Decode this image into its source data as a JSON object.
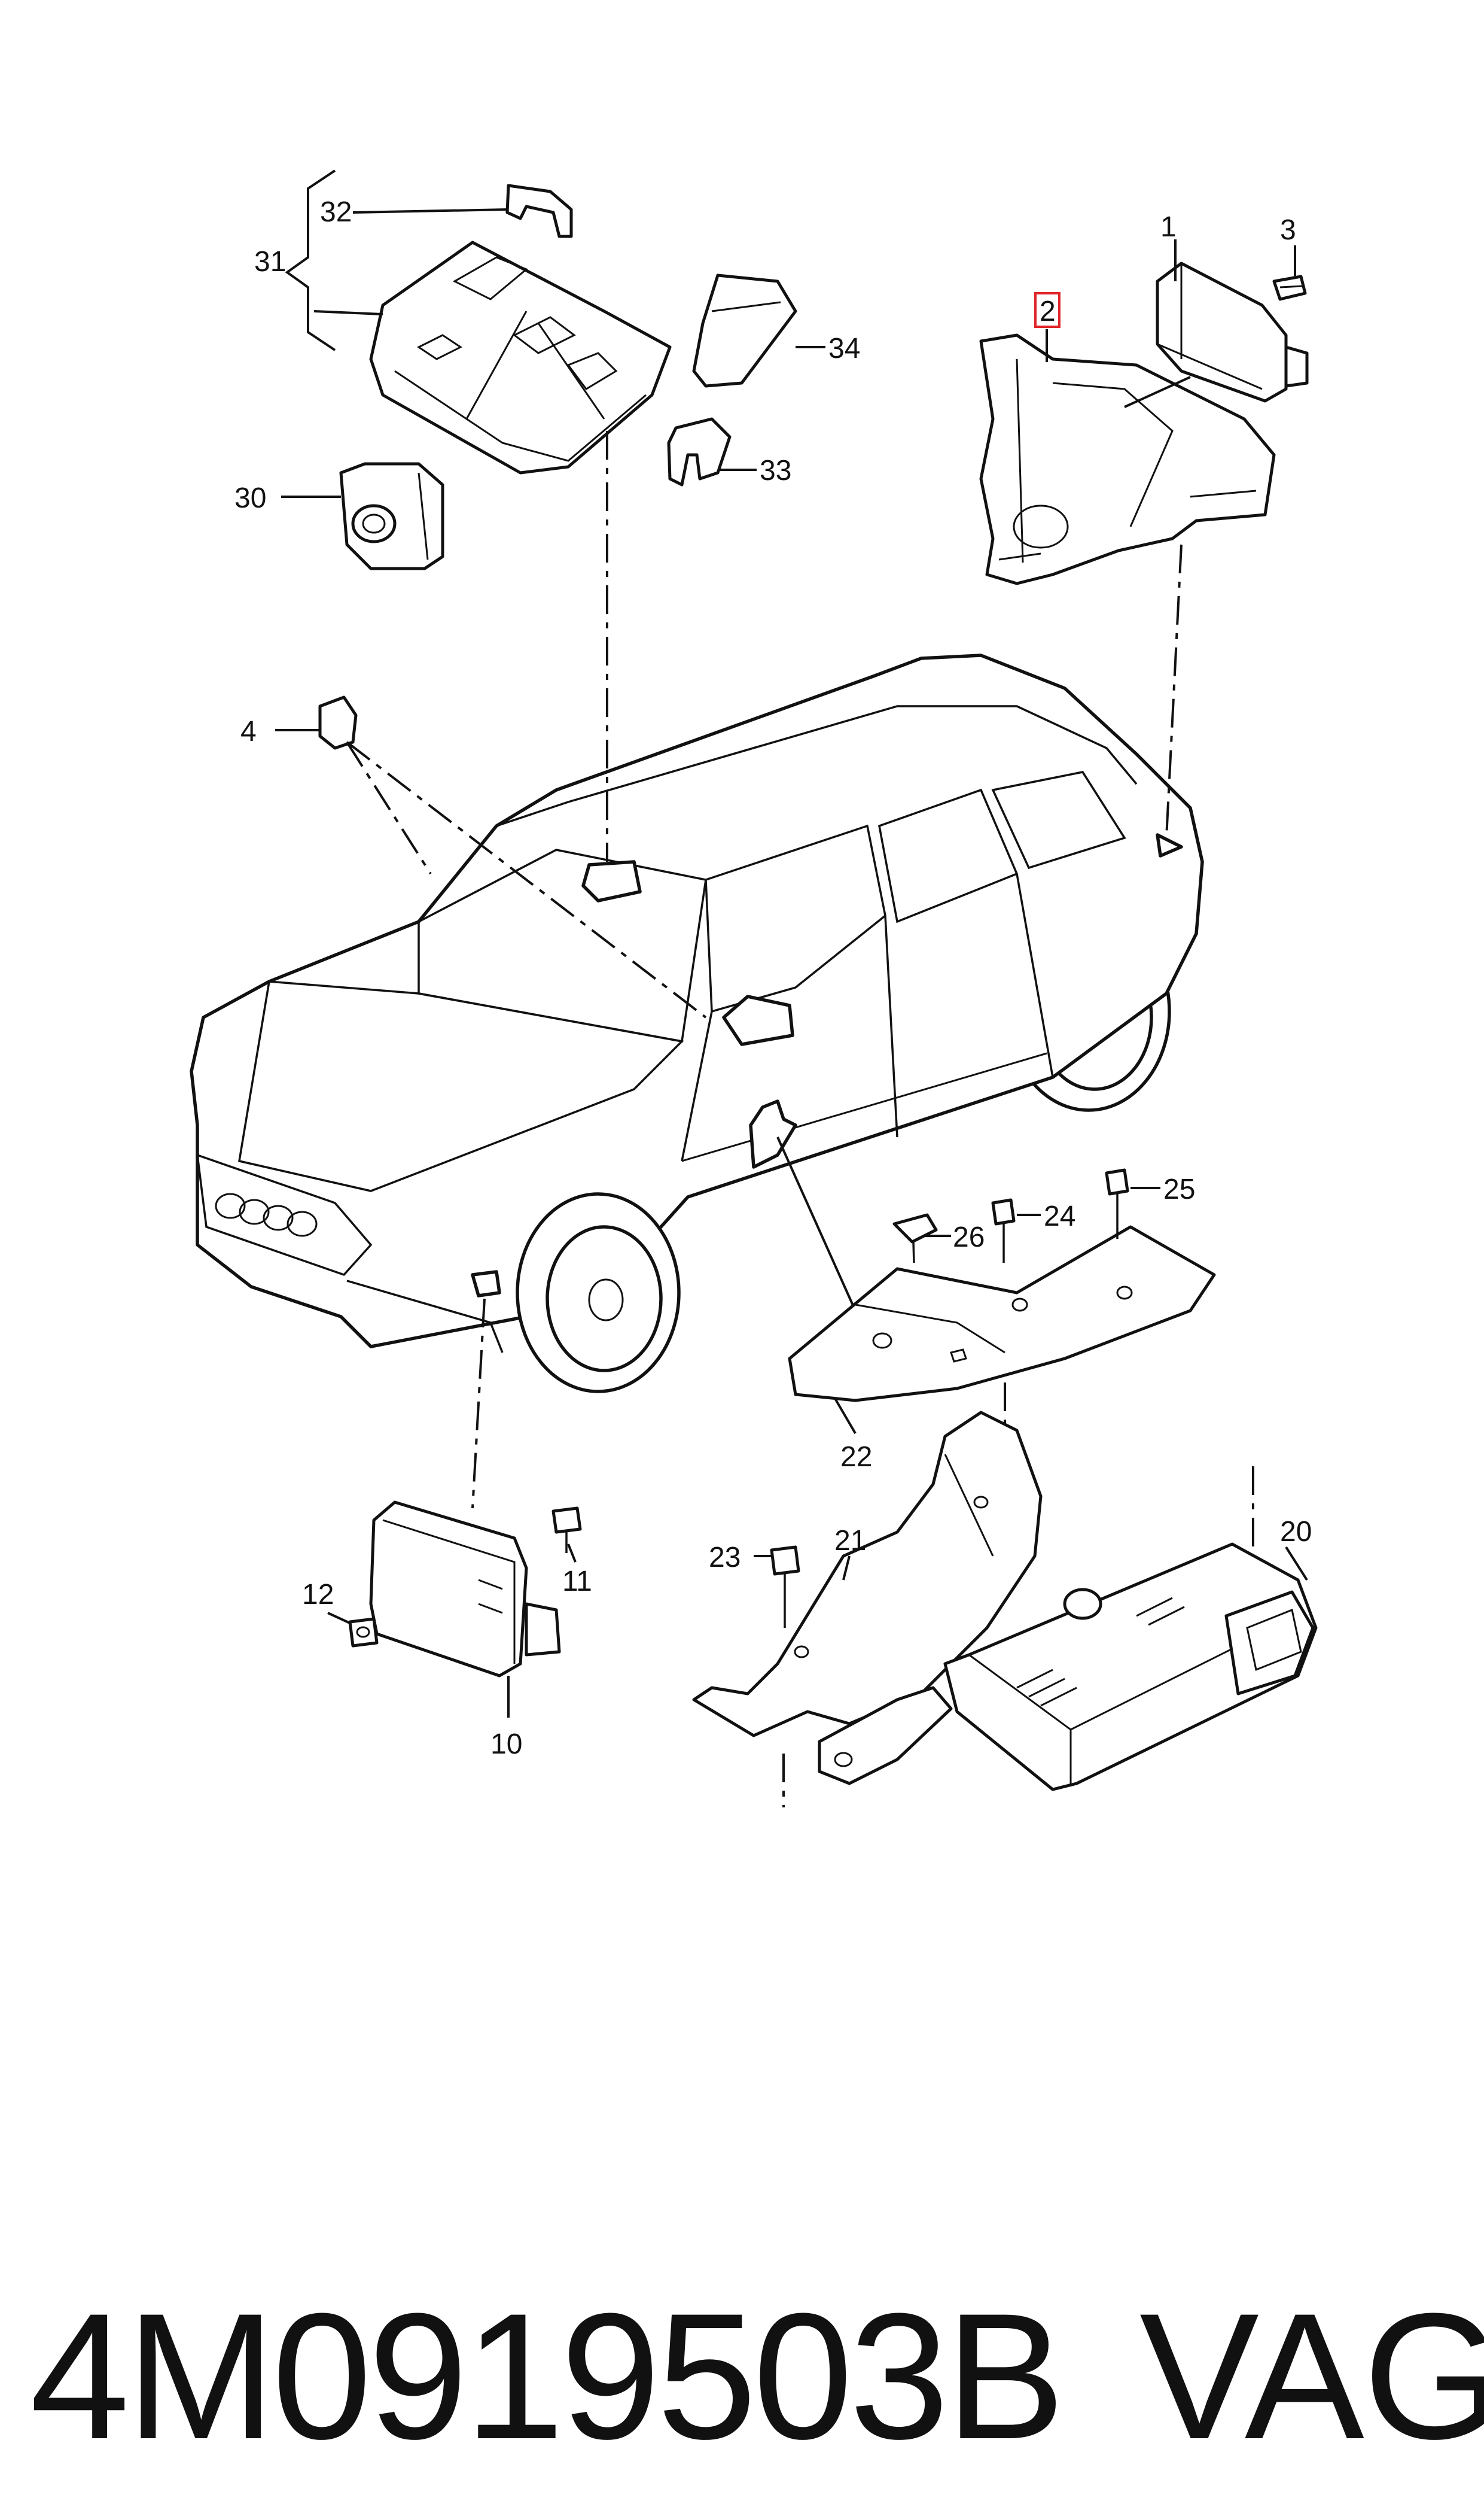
{
  "callouts": {
    "c1": "1",
    "c2": "2",
    "c3": "3",
    "c4": "4",
    "c10": "10",
    "c11": "11",
    "c12": "12",
    "c20": "20",
    "c21": "21",
    "c22": "22",
    "c23": "23",
    "c24": "24",
    "c25": "25",
    "c26": "26",
    "c30": "30",
    "c31": "31",
    "c32": "32",
    "c33": "33",
    "c34": "34"
  },
  "highlighted_callout": "2",
  "colors": {
    "highlight": "#e0262b",
    "ink": "#111111",
    "background": "#ffffff"
  },
  "footer": {
    "part_number": "4M0919503B",
    "brand": "VAG"
  }
}
